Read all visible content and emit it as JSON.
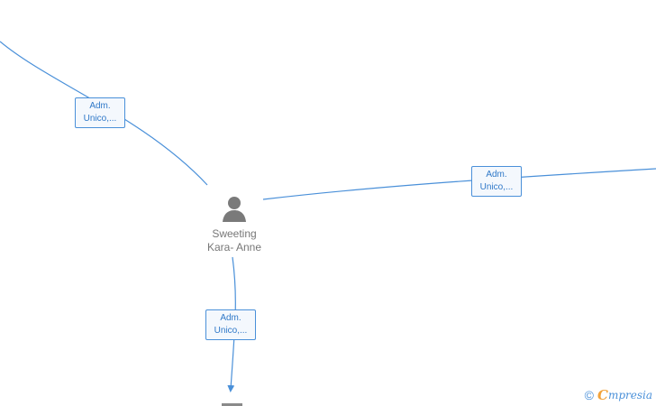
{
  "diagram": {
    "person": {
      "name_line1": "Sweeting",
      "name_line2": "Kara- Anne",
      "icon": "person-icon"
    },
    "edges": [
      {
        "id": "top-left",
        "label_line1": "Adm.",
        "label_line2": "Unico,..."
      },
      {
        "id": "right",
        "label_line1": "Adm.",
        "label_line2": "Unico,..."
      },
      {
        "id": "bottom",
        "label_line1": "Adm.",
        "label_line2": "Unico,..."
      }
    ]
  },
  "watermark": {
    "copyright_symbol": "©",
    "brand_initial": "C",
    "brand_rest": "mpresia"
  },
  "colors": {
    "edge": "#4a90d9",
    "label_text": "#2f78c8",
    "label_background": "#f4f8fd",
    "person_icon": "#7a7a7a",
    "person_text": "#777777",
    "brand_orange": "#f2a23a",
    "brand_blue": "#4a90d9"
  }
}
